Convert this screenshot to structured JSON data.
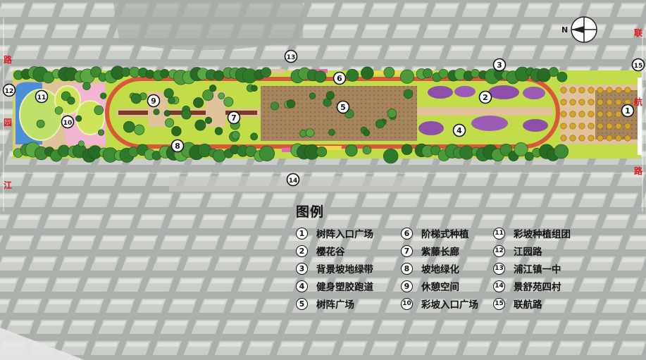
{
  "legend": {
    "title": "图例",
    "items": [
      {
        "num": "1",
        "label": "树阵入口广场"
      },
      {
        "num": "2",
        "label": "樱花谷"
      },
      {
        "num": "3",
        "label": "背景坡地绿带"
      },
      {
        "num": "4",
        "label": "健身塑胶跑道"
      },
      {
        "num": "5",
        "label": "树阵广场"
      },
      {
        "num": "6",
        "label": "阶梯式种植"
      },
      {
        "num": "7",
        "label": "紫藤长廊"
      },
      {
        "num": "8",
        "label": "坡地绿化"
      },
      {
        "num": "9",
        "label": "休憩空间"
      },
      {
        "num": "10",
        "label": "彩坡入口广场"
      },
      {
        "num": "11",
        "label": "彩坡种植组团"
      },
      {
        "num": "12",
        "label": "江园路"
      },
      {
        "num": "13",
        "label": "浦江镇一中"
      },
      {
        "num": "14",
        "label": "景舒苑四村"
      },
      {
        "num": "15",
        "label": "联航路"
      }
    ]
  },
  "map_labels": [
    {
      "num": "1"
    },
    {
      "num": "2"
    },
    {
      "num": "3"
    },
    {
      "num": "4"
    },
    {
      "num": "5"
    },
    {
      "num": "6"
    },
    {
      "num": "7"
    },
    {
      "num": "8"
    },
    {
      "num": "9"
    },
    {
      "num": "10"
    },
    {
      "num": "11"
    },
    {
      "num": "12"
    },
    {
      "num": "13"
    },
    {
      "num": "14"
    },
    {
      "num": "15"
    }
  ],
  "roads": {
    "left": [
      "路",
      "园",
      "江"
    ],
    "right": [
      "联",
      "航",
      "路"
    ]
  },
  "compass": {
    "north_letter": "N"
  },
  "colors": {
    "lawn": "#c2dc4a",
    "path": "#e0c39a",
    "track": "#d9573b",
    "plaza": "#a6855e",
    "tree": "#2f7a2a",
    "sakura": "#8d4fa8",
    "road_text": "#e0161c"
  }
}
